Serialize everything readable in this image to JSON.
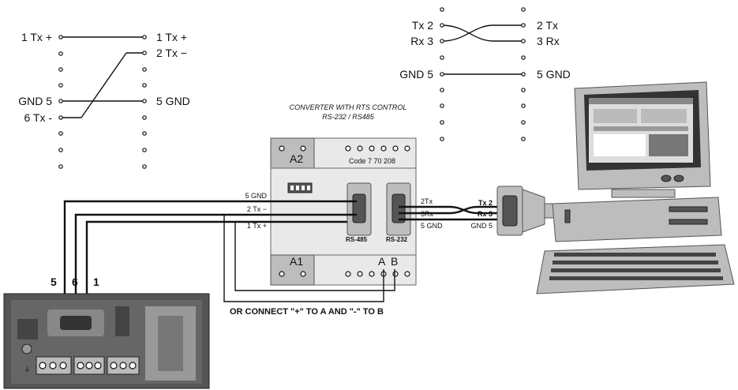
{
  "left_pinout": {
    "left_labels": [
      "1 Tx +",
      "GND 5",
      "6 Tx -"
    ],
    "right_labels": [
      "1 Tx +",
      "2 Tx −",
      "5 GND"
    ]
  },
  "right_pinout": {
    "left_labels": [
      "Tx 2",
      "Rx 3",
      "GND 5"
    ],
    "right_labels": [
      "2 Tx",
      "3 Rx",
      "5 GND"
    ]
  },
  "converter": {
    "title_line1": "CONVERTER WITH RTS CONTROL",
    "title_line2": "RS-232 / RS485",
    "top_left_label": "A2",
    "code_label": "Code 7 70 208",
    "bottom_left_label": "A1",
    "terminal_a": "A",
    "terminal_b": "B",
    "port_left": "RS-485",
    "port_right": "RS-232",
    "wire_labels_left": [
      "5 GND",
      "2 Tx −",
      "1 Tx +"
    ],
    "wire_labels_right": [
      "2Tx",
      "3Rx",
      "5 GND"
    ]
  },
  "pc_connector": {
    "labels": [
      "Tx 2",
      "Rx 3",
      "GND 5"
    ]
  },
  "instrument": {
    "pin_numbers": [
      "5",
      "6",
      "1"
    ]
  },
  "note": "OR CONNECT \"+\" TO A AND \"-\" TO B"
}
